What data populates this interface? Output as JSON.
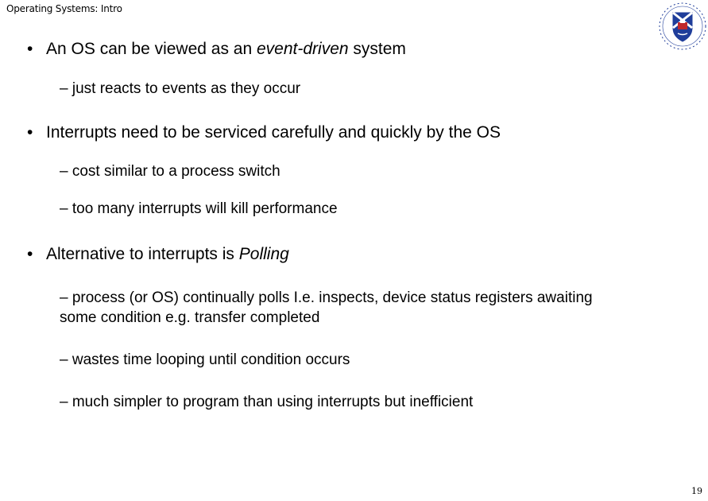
{
  "header": {
    "title": "Operating Systems: Intro"
  },
  "logo": {
    "icon": "university-crest-icon",
    "colors": {
      "blue": "#1f3d9a",
      "red": "#c0282d"
    }
  },
  "bullets": [
    {
      "marker": "•",
      "pre": "An OS can be viewed as an ",
      "emph": "event-driven",
      "post": " system",
      "subs": [
        "– just reacts to events as they occur"
      ]
    },
    {
      "marker": "•",
      "text": "Interrupts need to be serviced carefully and quickly by the OS",
      "subs": [
        "– cost similar to a process switch",
        "– too many interrupts will kill performance"
      ]
    },
    {
      "marker": "•",
      "pre": "Alternative to interrupts is ",
      "emph": "Polling",
      "subs": [
        "– process (or OS) continually polls I.e. inspects, device status registers awaiting some condition e.g. transfer completed",
        "– wastes time looping until condition occurs",
        "– much simpler to program than using interrupts but inefficient"
      ]
    }
  ],
  "footer": {
    "page_number": "19"
  }
}
